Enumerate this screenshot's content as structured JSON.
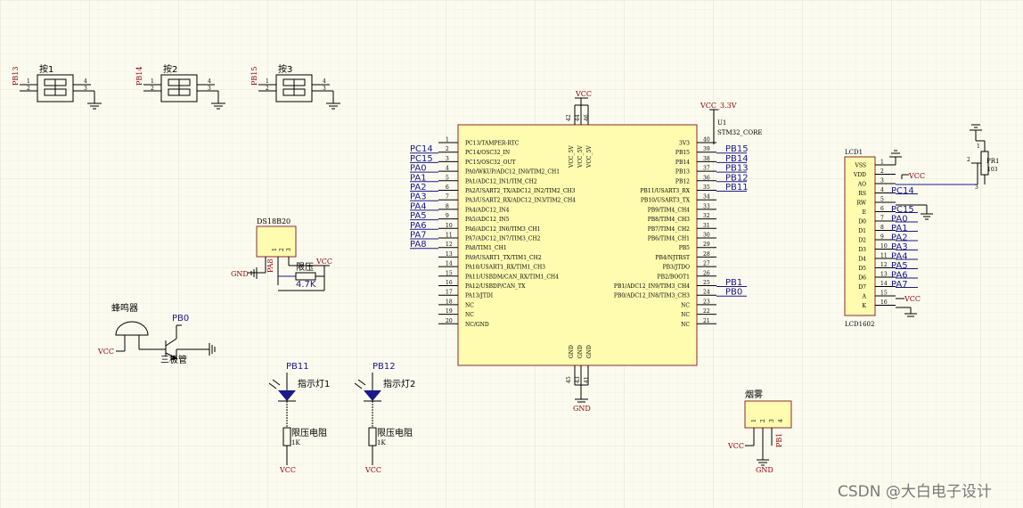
{
  "power": {
    "vcc": "VCC",
    "gnd": "GND",
    "vcc33": "VCC_3.3V"
  },
  "buttons": [
    {
      "name": "按1",
      "net": "PB13",
      "pins": [
        "1",
        "2",
        "4",
        "3"
      ]
    },
    {
      "name": "按2",
      "net": "PB14",
      "pins": [
        "1",
        "2",
        "4",
        "3"
      ]
    },
    {
      "name": "按3",
      "net": "PB15",
      "pins": [
        "1",
        "2",
        "4",
        "3"
      ]
    }
  ],
  "mcu": {
    "ref": "U1",
    "part": "STM32_CORE",
    "top_pins": [
      "42",
      "44",
      "46"
    ],
    "top_names": [
      "VCC_5V",
      "VCC_5V",
      "VCC_5V"
    ],
    "bottom_pins": [
      "45",
      "43",
      "41"
    ],
    "bottom_names": [
      "GND",
      "GND",
      "GND"
    ],
    "left": [
      {
        "num": "1",
        "name": "PC13/TAMPER-RTC",
        "net": ""
      },
      {
        "num": "2",
        "name": "PC14/OSC32_IN",
        "net": "PC14"
      },
      {
        "num": "3",
        "name": "PC15/OSC32_OUT",
        "net": "PC15"
      },
      {
        "num": "4",
        "name": "PA0/WKUP/ADC12_IN0/TIM2_CH1",
        "net": "PA0"
      },
      {
        "num": "5",
        "name": "PA1/ADC12_IN1/TIM_CH2",
        "net": "PA1"
      },
      {
        "num": "6",
        "name": "PA2/USART2_TX/ADC12_IN2/TIM2_CH3",
        "net": "PA2"
      },
      {
        "num": "7",
        "name": "PA3/USART2_RX/ADC12_IN3/TIM2_CH4",
        "net": "PA3"
      },
      {
        "num": "8",
        "name": "PA4/ADC12_IN4",
        "net": "PA4"
      },
      {
        "num": "9",
        "name": "PA5/ADC12_IN5",
        "net": "PA5"
      },
      {
        "num": "10",
        "name": "PA6/ADC12_IN6/TIM3_CH1",
        "net": "PA6"
      },
      {
        "num": "11",
        "name": "PA7/ADC12_IN7/TIM3_CH2",
        "net": "PA7"
      },
      {
        "num": "12",
        "name": "PA8/TIM1_CH1",
        "net": "PA8"
      },
      {
        "num": "13",
        "name": "PA9/USART1_TX/TIM1_CH2",
        "net": ""
      },
      {
        "num": "14",
        "name": "PA10/USART1_RX/TIM1_CH3",
        "net": ""
      },
      {
        "num": "15",
        "name": "PA11/USBDM/CAN_RX/TIM1_CH4",
        "net": ""
      },
      {
        "num": "16",
        "name": "PA12/USBDP/CAN_TX",
        "net": ""
      },
      {
        "num": "17",
        "name": "PA13/JTDI",
        "net": ""
      },
      {
        "num": "18",
        "name": "NC",
        "net": ""
      },
      {
        "num": "19",
        "name": "NC",
        "net": ""
      },
      {
        "num": "20",
        "name": "NC/GND",
        "net": ""
      }
    ],
    "right": [
      {
        "num": "40",
        "name": "3V3",
        "net": ""
      },
      {
        "num": "39",
        "name": "PB15",
        "net": "PB15"
      },
      {
        "num": "38",
        "name": "PB14",
        "net": "PB14"
      },
      {
        "num": "37",
        "name": "PB13",
        "net": "PB13"
      },
      {
        "num": "36",
        "name": "PB12",
        "net": "PB12"
      },
      {
        "num": "35",
        "name": "PB11/USART3_RX",
        "net": "PB11"
      },
      {
        "num": "34",
        "name": "PB10/USART3_TX",
        "net": ""
      },
      {
        "num": "33",
        "name": "PB9/TIM4_CH4",
        "net": ""
      },
      {
        "num": "32",
        "name": "PB8/TIM4_CH3",
        "net": ""
      },
      {
        "num": "31",
        "name": "PB7/TIM4_CH2",
        "net": ""
      },
      {
        "num": "30",
        "name": "PB6/TIM4_CH1",
        "net": ""
      },
      {
        "num": "29",
        "name": "PB5",
        "net": ""
      },
      {
        "num": "28",
        "name": "PB4/NJTRST",
        "net": ""
      },
      {
        "num": "27",
        "name": "PB3/JTDO",
        "net": ""
      },
      {
        "num": "26",
        "name": "PB2/BOOT1",
        "net": ""
      },
      {
        "num": "25",
        "name": "PB1/ADC12_IN9/TIM3_CH4",
        "net": "PB1"
      },
      {
        "num": "24",
        "name": "PB0/ADC12_IN8/TIM3_CH3",
        "net": "PB0"
      },
      {
        "num": "23",
        "name": "NC",
        "net": ""
      },
      {
        "num": "22",
        "name": "NC",
        "net": ""
      },
      {
        "num": "21",
        "name": "NC",
        "net": ""
      }
    ]
  },
  "lcd": {
    "ref": "LCD1",
    "part": "LCD1602",
    "pins": [
      {
        "name": "VSS",
        "num": "1",
        "net": ""
      },
      {
        "name": "VDD",
        "num": "2",
        "net": "VCC"
      },
      {
        "name": "AO",
        "num": "3",
        "net": ""
      },
      {
        "name": "RS",
        "num": "4",
        "net": "PC14"
      },
      {
        "name": "RW",
        "num": "5",
        "net": ""
      },
      {
        "name": "E",
        "num": "6",
        "net": "PC15"
      },
      {
        "name": "D0",
        "num": "7",
        "net": "PA0"
      },
      {
        "name": "D1",
        "num": "8",
        "net": "PA1"
      },
      {
        "name": "D2",
        "num": "9",
        "net": "PA2"
      },
      {
        "name": "D3",
        "num": "10",
        "net": "PA3"
      },
      {
        "name": "D4",
        "num": "11",
        "net": "PA4"
      },
      {
        "name": "D5",
        "num": "12",
        "net": "PA5"
      },
      {
        "name": "D6",
        "num": "13",
        "net": "PA6"
      },
      {
        "name": "D7",
        "num": "14",
        "net": "PA7"
      },
      {
        "name": "A",
        "num": "15",
        "net": "VCC"
      },
      {
        "name": "K",
        "num": "16",
        "net": ""
      }
    ]
  },
  "pot": {
    "ref": "PR1",
    "value": "103",
    "pins": [
      "1",
      "2",
      "3"
    ]
  },
  "ds18b20": {
    "name": "DS18B20",
    "pins": [
      "1",
      "2",
      "3"
    ],
    "net": "PA8",
    "res_label": "限压",
    "res_value": "4.7K",
    "gnd": "GND"
  },
  "buzzer": {
    "name": "蜂鸣器",
    "transistor": "三极管",
    "net": "PB0"
  },
  "leds": [
    {
      "net": "PB11",
      "name": "指示灯1",
      "res_label": "限压电阻",
      "res_value": "1K"
    },
    {
      "net": "PB12",
      "name": "指示灯2",
      "res_label": "限压电阻",
      "res_value": "1K"
    }
  ],
  "smoke": {
    "name": "烟雾",
    "pins": [
      "1",
      "2",
      "3",
      "4"
    ],
    "net": "PB1"
  },
  "watermark": "CSDN @大白电子设计"
}
